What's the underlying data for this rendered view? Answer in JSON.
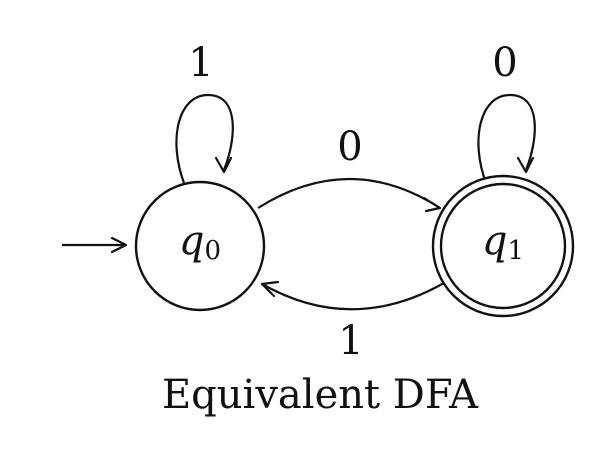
{
  "diagram": {
    "caption": "Equivalent DFA",
    "states": {
      "q0": {
        "symbol": "q",
        "subscript": "0",
        "accepting": false,
        "initial": true
      },
      "q1": {
        "symbol": "q",
        "subscript": "1",
        "accepting": true,
        "initial": false
      }
    },
    "transitions": {
      "q0_self": {
        "from": "q0",
        "to": "q0",
        "label": "1"
      },
      "q0_to_q1": {
        "from": "q0",
        "to": "q1",
        "label": "0"
      },
      "q1_to_q0": {
        "from": "q1",
        "to": "q0",
        "label": "1"
      },
      "q1_self": {
        "from": "q1",
        "to": "q1",
        "label": "0"
      }
    }
  }
}
